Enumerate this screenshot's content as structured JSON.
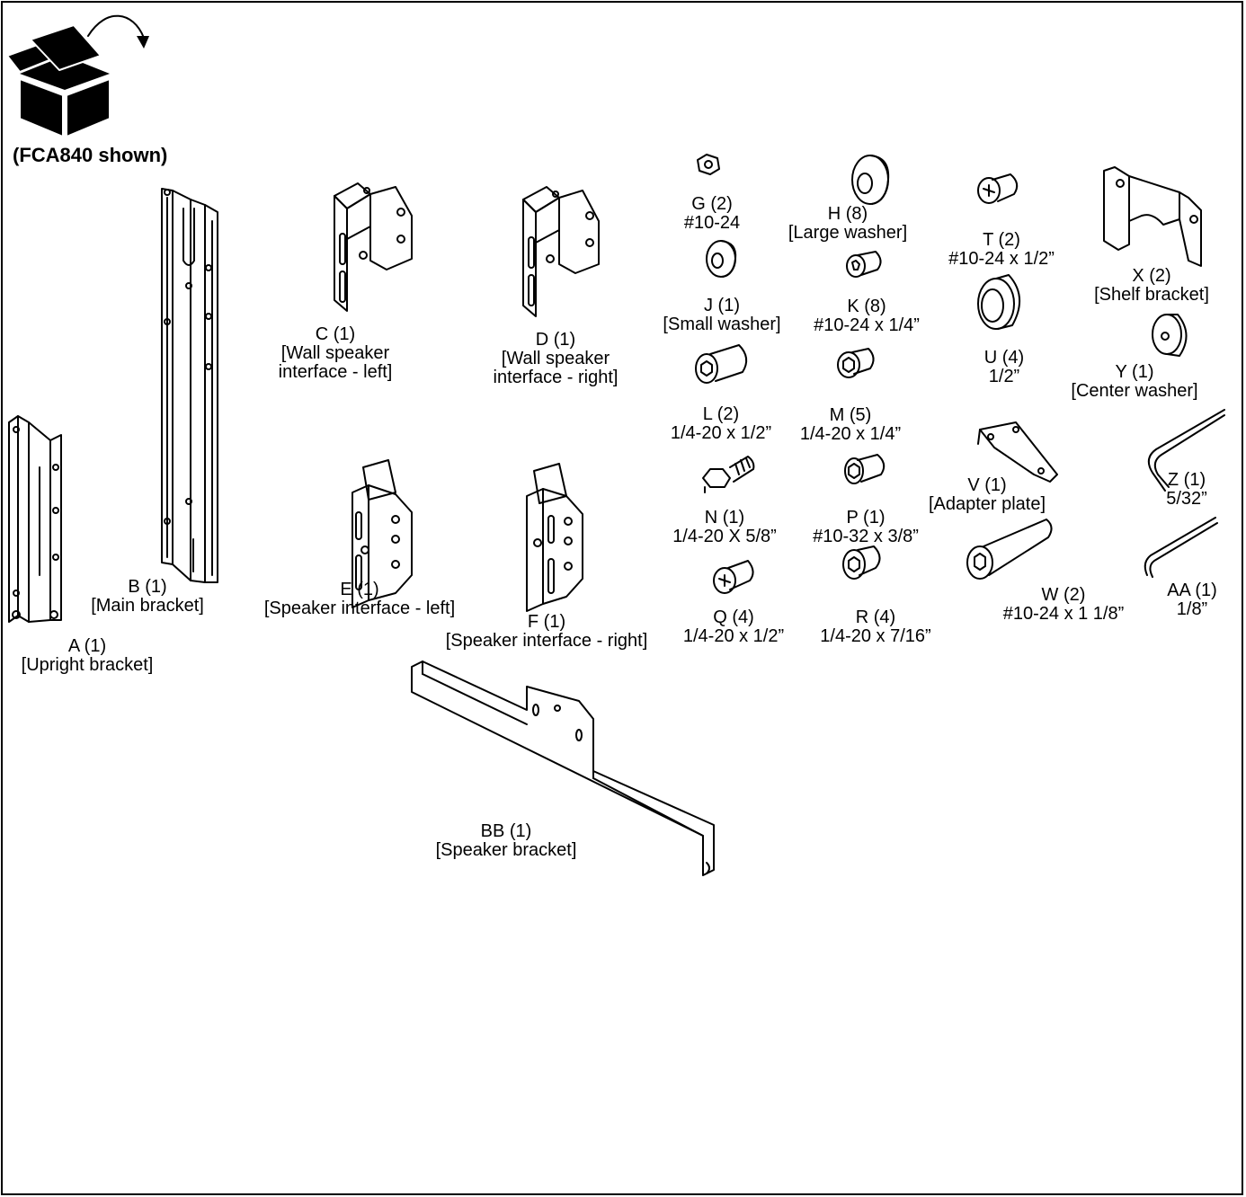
{
  "header": {
    "note": "(FCA840 shown)",
    "icon": "open-box-icon"
  },
  "parts": [
    {
      "id": "A",
      "lines": [
        "A (1)",
        "[Upright bracket]"
      ]
    },
    {
      "id": "B",
      "lines": [
        "B (1)",
        "[Main bracket]"
      ]
    },
    {
      "id": "C",
      "lines": [
        "C (1)",
        "[Wall speaker",
        "interface - left]"
      ]
    },
    {
      "id": "D",
      "lines": [
        "D (1)",
        "[Wall speaker",
        "interface - right]"
      ]
    },
    {
      "id": "E",
      "lines": [
        "E (1)",
        "[Speaker interface - left]"
      ]
    },
    {
      "id": "F",
      "lines": [
        "F (1)",
        "[Speaker interface - right]"
      ]
    },
    {
      "id": "G",
      "lines": [
        "G (2)",
        "#10-24"
      ]
    },
    {
      "id": "H",
      "lines": [
        "H (8)",
        "[Large washer]"
      ]
    },
    {
      "id": "J",
      "lines": [
        "J (1)",
        "[Small washer]"
      ]
    },
    {
      "id": "K",
      "lines": [
        "K (8)",
        "#10-24 x 1/4”"
      ]
    },
    {
      "id": "L",
      "lines": [
        "L (2)",
        "1/4-20 x 1/2”"
      ]
    },
    {
      "id": "M",
      "lines": [
        "M (5)",
        "1/4-20 x 1/4”"
      ]
    },
    {
      "id": "N",
      "lines": [
        "N (1)",
        "1/4-20 X 5/8”"
      ]
    },
    {
      "id": "P",
      "lines": [
        "P (1)",
        "#10-32 x 3/8”"
      ]
    },
    {
      "id": "Q",
      "lines": [
        "Q (4)",
        "1/4-20 x 1/2”"
      ]
    },
    {
      "id": "R",
      "lines": [
        "R (4)",
        "1/4-20 x 7/16”"
      ]
    },
    {
      "id": "T",
      "lines": [
        "T (2)",
        "#10-24 x 1/2”"
      ]
    },
    {
      "id": "U",
      "lines": [
        "U (4)",
        "1/2”"
      ]
    },
    {
      "id": "V",
      "lines": [
        "V (1)",
        "[Adapter plate]"
      ]
    },
    {
      "id": "W",
      "lines": [
        "W (2)",
        "#10-24 x 1 1/8”"
      ]
    },
    {
      "id": "X",
      "lines": [
        "X (2)",
        "[Shelf bracket]"
      ]
    },
    {
      "id": "Y",
      "lines": [
        "Y (1)",
        "[Center washer]"
      ]
    },
    {
      "id": "Z",
      "lines": [
        "Z (1)",
        "5/32”"
      ]
    },
    {
      "id": "AA",
      "lines": [
        "AA (1)",
        "1/8”"
      ]
    },
    {
      "id": "BB",
      "lines": [
        "BB (1)",
        "[Speaker bracket]"
      ]
    }
  ]
}
